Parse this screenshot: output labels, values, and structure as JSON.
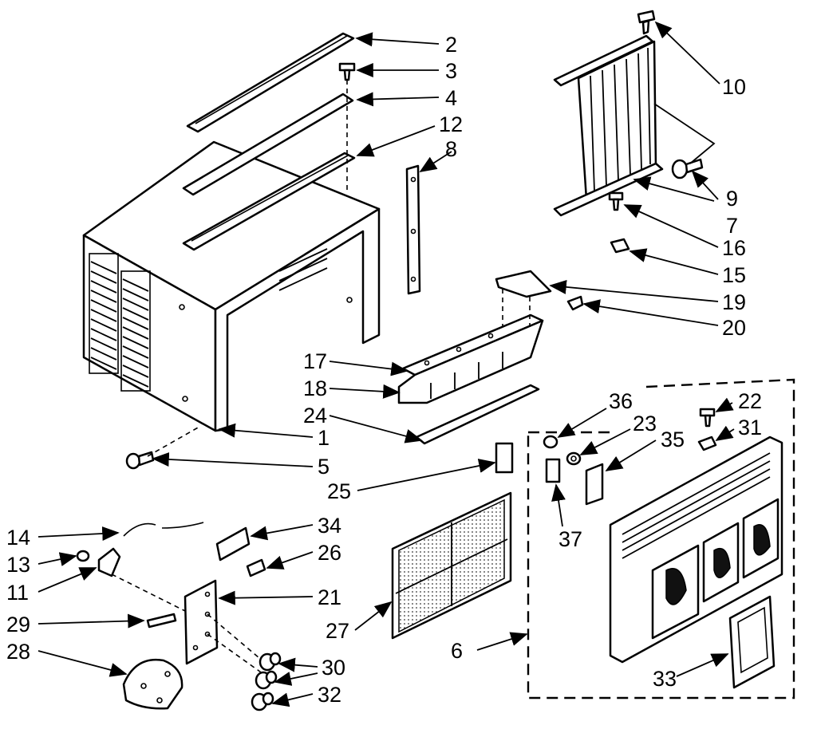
{
  "diagram": {
    "callouts": [
      "2",
      "3",
      "4",
      "12",
      "8",
      "10",
      "9",
      "7",
      "16",
      "15",
      "19",
      "20",
      "17",
      "18",
      "24",
      "1",
      "5",
      "36",
      "23",
      "35",
      "22",
      "31",
      "25",
      "14",
      "34",
      "13",
      "26",
      "11",
      "21",
      "37",
      "29",
      "27",
      "30",
      "28",
      "6",
      "33",
      "32"
    ]
  }
}
